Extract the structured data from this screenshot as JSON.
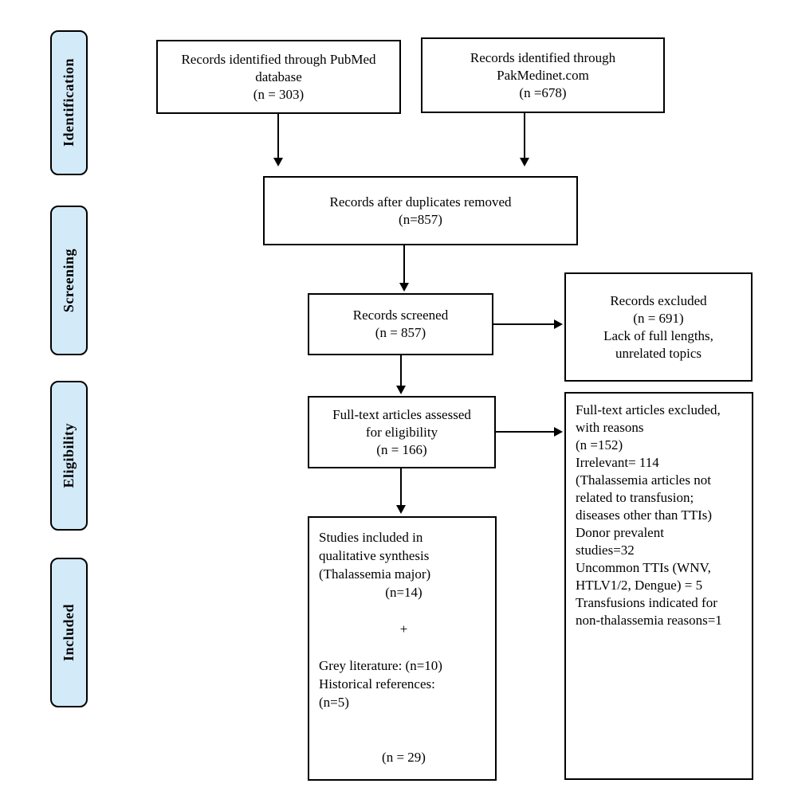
{
  "colors": {
    "stage_fill": "#d3eaf9",
    "box_border": "#000000",
    "arrow": "#000000",
    "background": "#ffffff"
  },
  "sidebar": {
    "stages": [
      {
        "label": "Identification"
      },
      {
        "label": "Screening"
      },
      {
        "label": "Eligibility"
      },
      {
        "label": "Included"
      }
    ]
  },
  "boxes": {
    "pubmed": {
      "lines": [
        "Records identified through PubMed",
        "database",
        "(n = 303)"
      ]
    },
    "pakmedinet": {
      "lines": [
        "Records identified through",
        "PakMedinet.com",
        "(n =678)"
      ]
    },
    "duplicates": {
      "lines": [
        "Records after duplicates removed",
        "(n=857)"
      ]
    },
    "screened": {
      "lines": [
        "Records screened",
        "(n = 857)"
      ]
    },
    "records_excluded": {
      "lines": [
        "Records excluded",
        "(n = 691)",
        "Lack of full lengths,",
        "unrelated topics"
      ]
    },
    "fulltext_assessed": {
      "lines": [
        "Full-text articles assessed",
        "for eligibility",
        "(n = 166)"
      ]
    },
    "fulltext_excluded": {
      "lines": [
        "Full-text articles excluded,",
        "with reasons",
        "(n =152)",
        "Irrelevant= 114",
        "(Thalassemia articles not",
        "related to transfusion;",
        "diseases other than TTIs)",
        "Donor prevalent",
        "studies=32",
        "Uncommon TTIs (WNV,",
        "HTLV1/2, Dengue) = 5",
        "Transfusions indicated for",
        "non-thalassemia reasons=1"
      ]
    },
    "included": {
      "lines": [
        "Studies included in",
        "qualitative synthesis",
        "(Thalassemia major)",
        "(n=14)",
        "",
        "+",
        "",
        "Grey literature: (n=10)",
        "Historical references:",
        "(n=5)",
        "",
        "",
        "(n = 29)"
      ]
    }
  }
}
